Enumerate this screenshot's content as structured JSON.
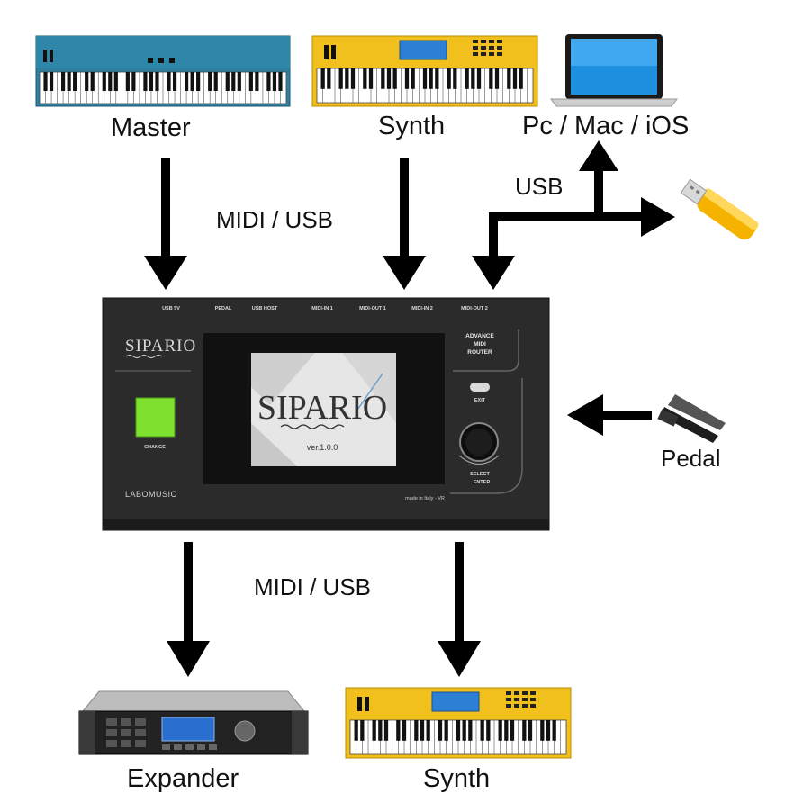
{
  "labels": {
    "master": "Master",
    "synth_top": "Synth",
    "computer": "Pc / Mac / iOS",
    "usb": "USB",
    "midi_usb_top": "MIDI / USB",
    "pedal": "Pedal",
    "midi_usb_bottom": "MIDI / USB",
    "expander": "Expander",
    "synth_bottom": "Synth"
  },
  "device": {
    "ports": [
      "USB 5V",
      "PEDAL",
      "USB HOST",
      "MIDI-IN 1",
      "MIDI-OUT 1",
      "MIDI-IN 2",
      "MIDI-OUT 2"
    ],
    "brand": "SIPARIO",
    "screen_logo": "SIPARIO",
    "version": "ver.1.0.0",
    "router_line1": "ADVANCE",
    "router_line2": "MIDI",
    "router_line3": "ROUTER",
    "exit_label": "EXIT",
    "change_label": "CHANGE",
    "select_label": "SELECT",
    "enter_label": "ENTER",
    "maker": "LABOMUSIC",
    "made_in": "made in Italy - VR"
  },
  "colors": {
    "device_body": "#2b2b2b",
    "change_button": "#7fe12f",
    "master_keyboard": "#2e7fa0",
    "synth_keyboard": "#f2c01c",
    "arrow": "#000000"
  }
}
